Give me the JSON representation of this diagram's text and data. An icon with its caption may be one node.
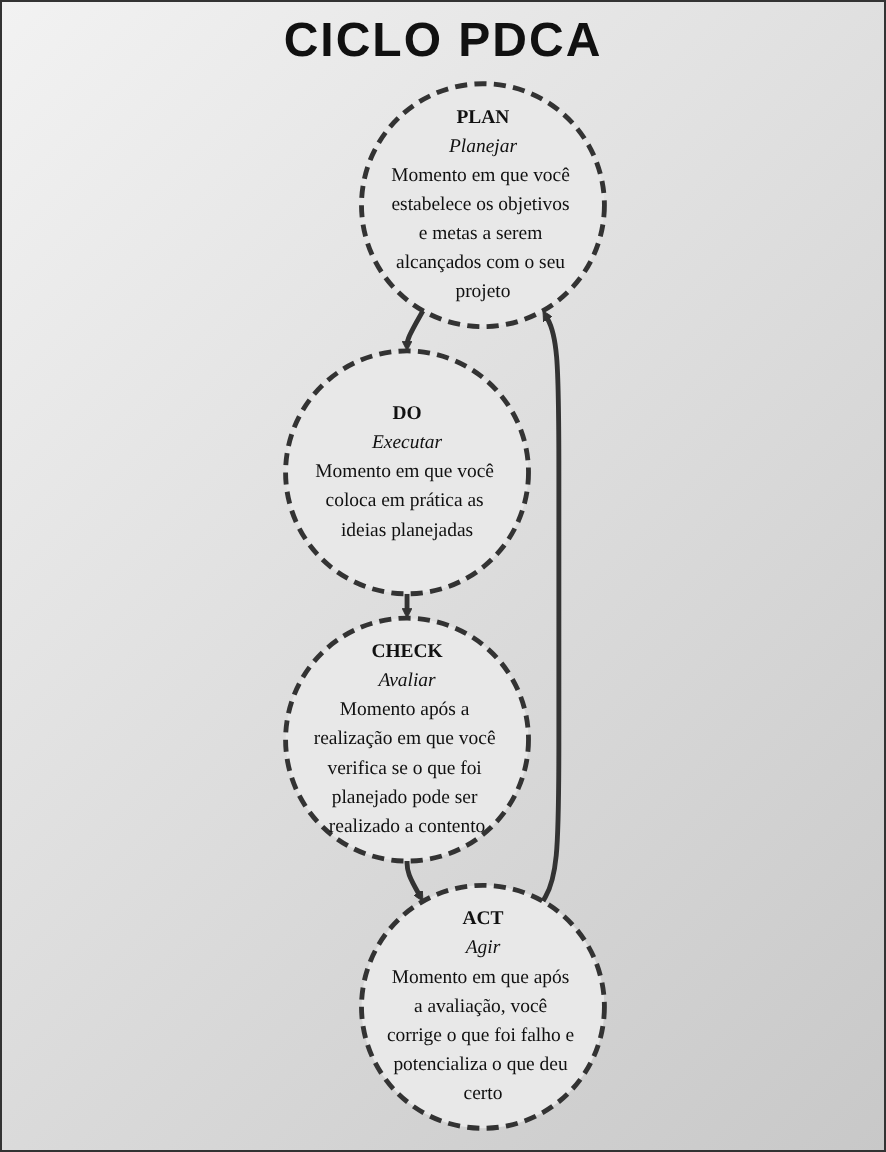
{
  "diagram": {
    "title": "CICLO PDCA",
    "nodes": [
      {
        "text": [
          "PLAN",
          "Planejar",
          "Momento em que você estabelece os objetivos e metas a serem alcançados com o seu projeto"
        ]
      },
      {
        "text": [
          "DO",
          "Executar",
          "Momento em que você coloca em prática as ideias planejadas"
        ]
      },
      {
        "text": [
          "CHECK",
          "Avaliar",
          "Momento após a realização em que você verifica se o que foi planejado pode ser realizado a contento"
        ]
      },
      {
        "text": [
          "ACT",
          "Agir",
          "Momento em que após a avaliação, você corrige o que foi falho e potencializa o que deu certo"
        ]
      }
    ],
    "edges": [
      {
        "from": 0,
        "to": 1,
        "arrow": "to"
      },
      {
        "from": 1,
        "to": 2,
        "arrow": "to"
      },
      {
        "from": 2,
        "to": 3,
        "arrow": "to"
      },
      {
        "from": 3,
        "to": 0,
        "arrow": "to"
      }
    ]
  }
}
